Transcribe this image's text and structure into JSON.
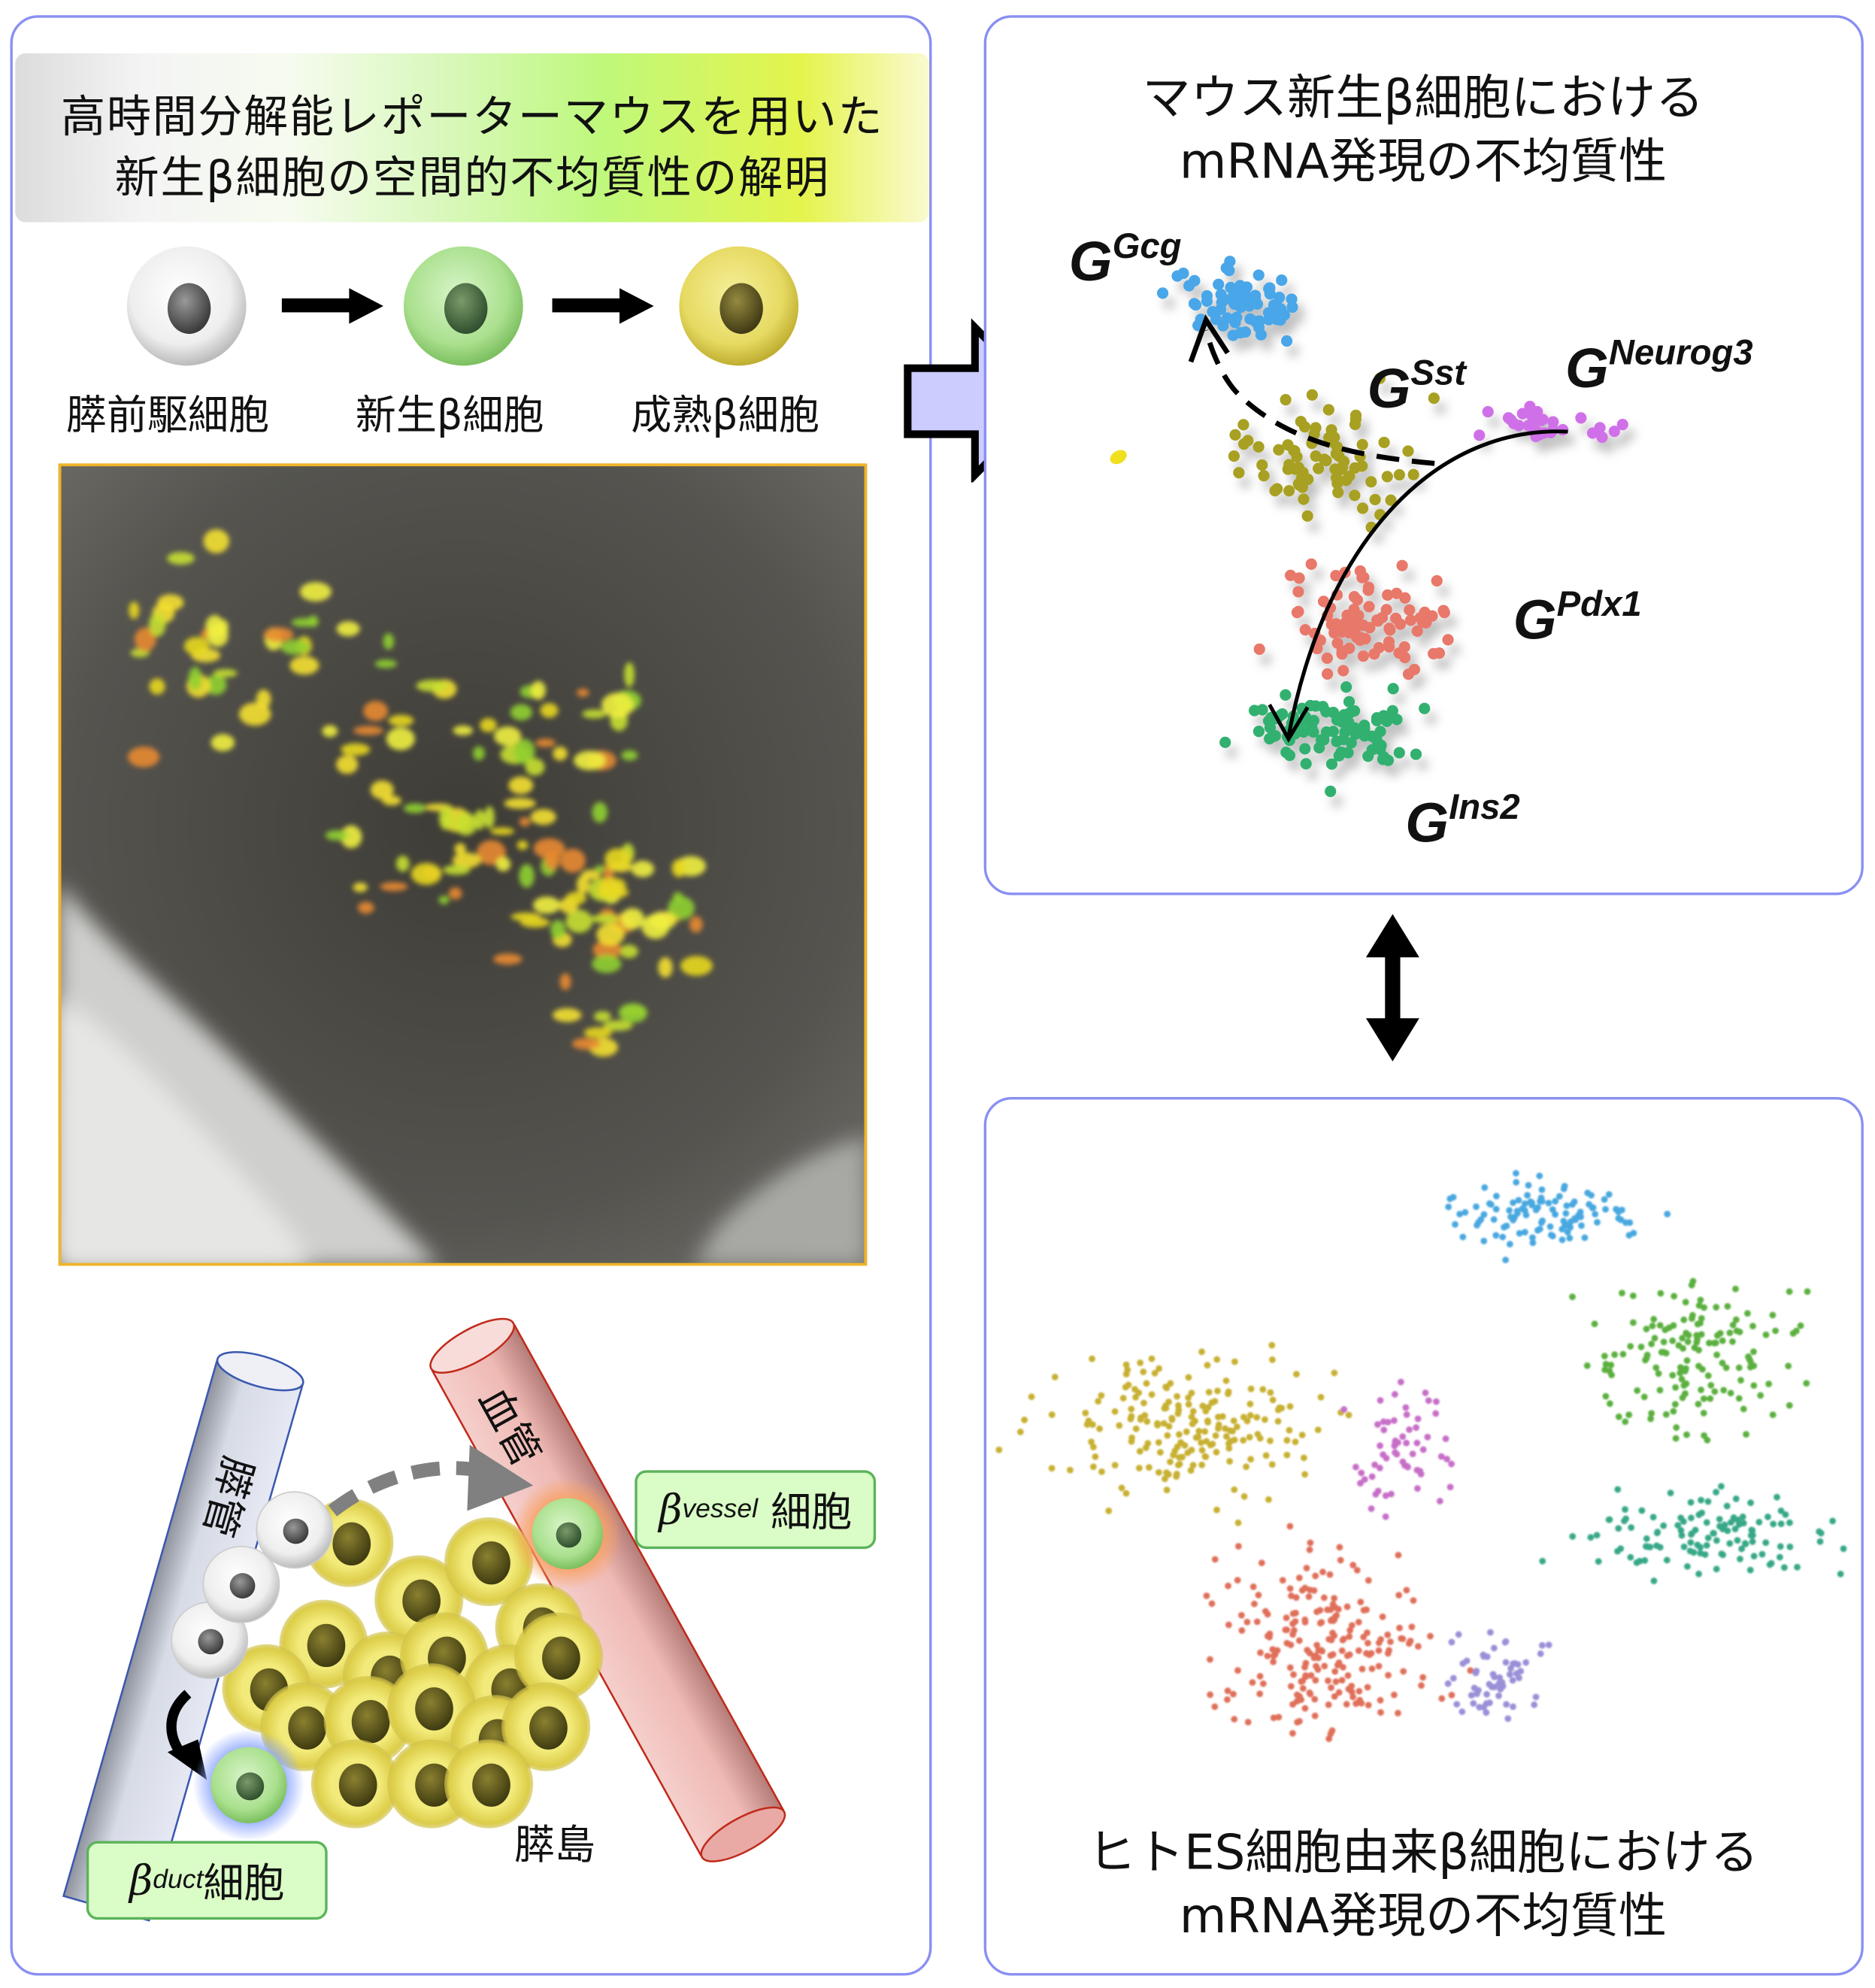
{
  "left_panel": {
    "title_line1": "高時間分解能レポーターマウスを用いた",
    "title_line2": "新生β細胞の空間的不均質性の解明",
    "stages": [
      {
        "label": "膵前駆細胞",
        "color": "#e6e6e6"
      },
      {
        "label": "新生β細胞",
        "color": "#a8e28c"
      },
      {
        "label": "成熟β細胞",
        "color": "#e6dc6a"
      }
    ],
    "diagram": {
      "duct_label": "膵管",
      "vessel_label": "血管",
      "islet_label": "膵島",
      "beta_vessel": {
        "symbol": "β",
        "sup": "vessel",
        "suffix": "細胞"
      },
      "beta_duct": {
        "symbol": "β",
        "sup": "duct",
        "suffix": "細胞"
      }
    }
  },
  "mouse_panel": {
    "title_line1": "マウス新生β細胞における",
    "title_line2": "mRNA発現の不均質性",
    "clusters": [
      {
        "letter": "G",
        "sup": "Gcg",
        "color": "#4aa6e8"
      },
      {
        "letter": "G",
        "sup": "Sst",
        "color": "#a8a020"
      },
      {
        "letter": "G",
        "sup": "Neurog3",
        "color": "#d070e8"
      },
      {
        "letter": "G",
        "sup": "Pdx1",
        "color": "#e8786a"
      },
      {
        "letter": "G",
        "sup": "Ins2",
        "color": "#30b070"
      }
    ]
  },
  "human_panel": {
    "title_line1": "ヒトES細胞由来β細胞における",
    "title_line2": "mRNA発現の不均質性"
  },
  "colors": {
    "panel_border": "#8a8ff2",
    "big_arrow_fill": "#ccccff"
  }
}
